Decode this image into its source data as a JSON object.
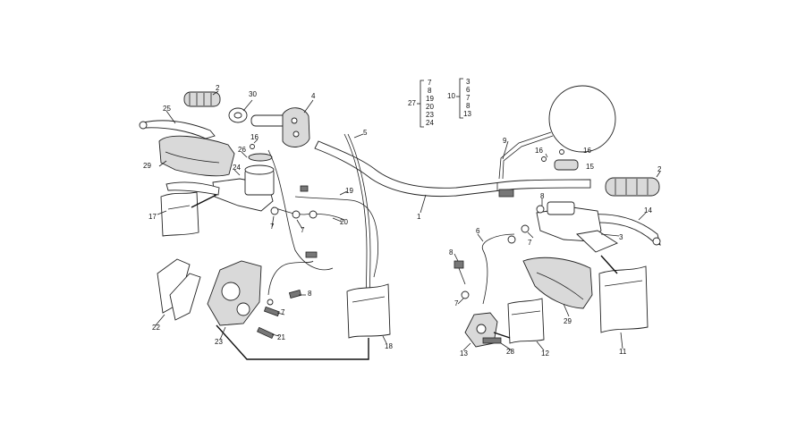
{
  "diagram": {
    "callouts": [
      {
        "id": "c1",
        "text": "1"
      },
      {
        "id": "c2a",
        "text": "2"
      },
      {
        "id": "c2b",
        "text": "2"
      },
      {
        "id": "c3",
        "text": "3"
      },
      {
        "id": "c4",
        "text": "4"
      },
      {
        "id": "c5",
        "text": "5"
      },
      {
        "id": "c6",
        "text": "6"
      },
      {
        "id": "c7a",
        "text": "7"
      },
      {
        "id": "c7b",
        "text": "7"
      },
      {
        "id": "c7c",
        "text": "7"
      },
      {
        "id": "c7d",
        "text": "7"
      },
      {
        "id": "c7e",
        "text": "7"
      },
      {
        "id": "c8a",
        "text": "8"
      },
      {
        "id": "c8b",
        "text": "8"
      },
      {
        "id": "c8c",
        "text": "8"
      },
      {
        "id": "c9",
        "text": "9"
      },
      {
        "id": "c11",
        "text": "11"
      },
      {
        "id": "c12",
        "text": "12"
      },
      {
        "id": "c13",
        "text": "13"
      },
      {
        "id": "c14",
        "text": "14"
      },
      {
        "id": "c15",
        "text": "15"
      },
      {
        "id": "c16a",
        "text": "16"
      },
      {
        "id": "c16b",
        "text": "16"
      },
      {
        "id": "c16c",
        "text": "16"
      },
      {
        "id": "c17",
        "text": "17"
      },
      {
        "id": "c18",
        "text": "18"
      },
      {
        "id": "c19",
        "text": "19"
      },
      {
        "id": "c20",
        "text": "20"
      },
      {
        "id": "c21",
        "text": "21"
      },
      {
        "id": "c22",
        "text": "22"
      },
      {
        "id": "c23",
        "text": "23"
      },
      {
        "id": "c24",
        "text": "24"
      },
      {
        "id": "c25",
        "text": "25"
      },
      {
        "id": "c26",
        "text": "26"
      },
      {
        "id": "c28",
        "text": "28"
      },
      {
        "id": "c29a",
        "text": "29"
      },
      {
        "id": "c29b",
        "text": "29"
      },
      {
        "id": "c30",
        "text": "30"
      }
    ],
    "group27": {
      "label": "27",
      "items": [
        "7",
        "8",
        "19",
        "20",
        "23",
        "24"
      ]
    },
    "group10": {
      "label": "10",
      "items": [
        "3",
        "6",
        "7",
        "8",
        "13"
      ]
    }
  }
}
